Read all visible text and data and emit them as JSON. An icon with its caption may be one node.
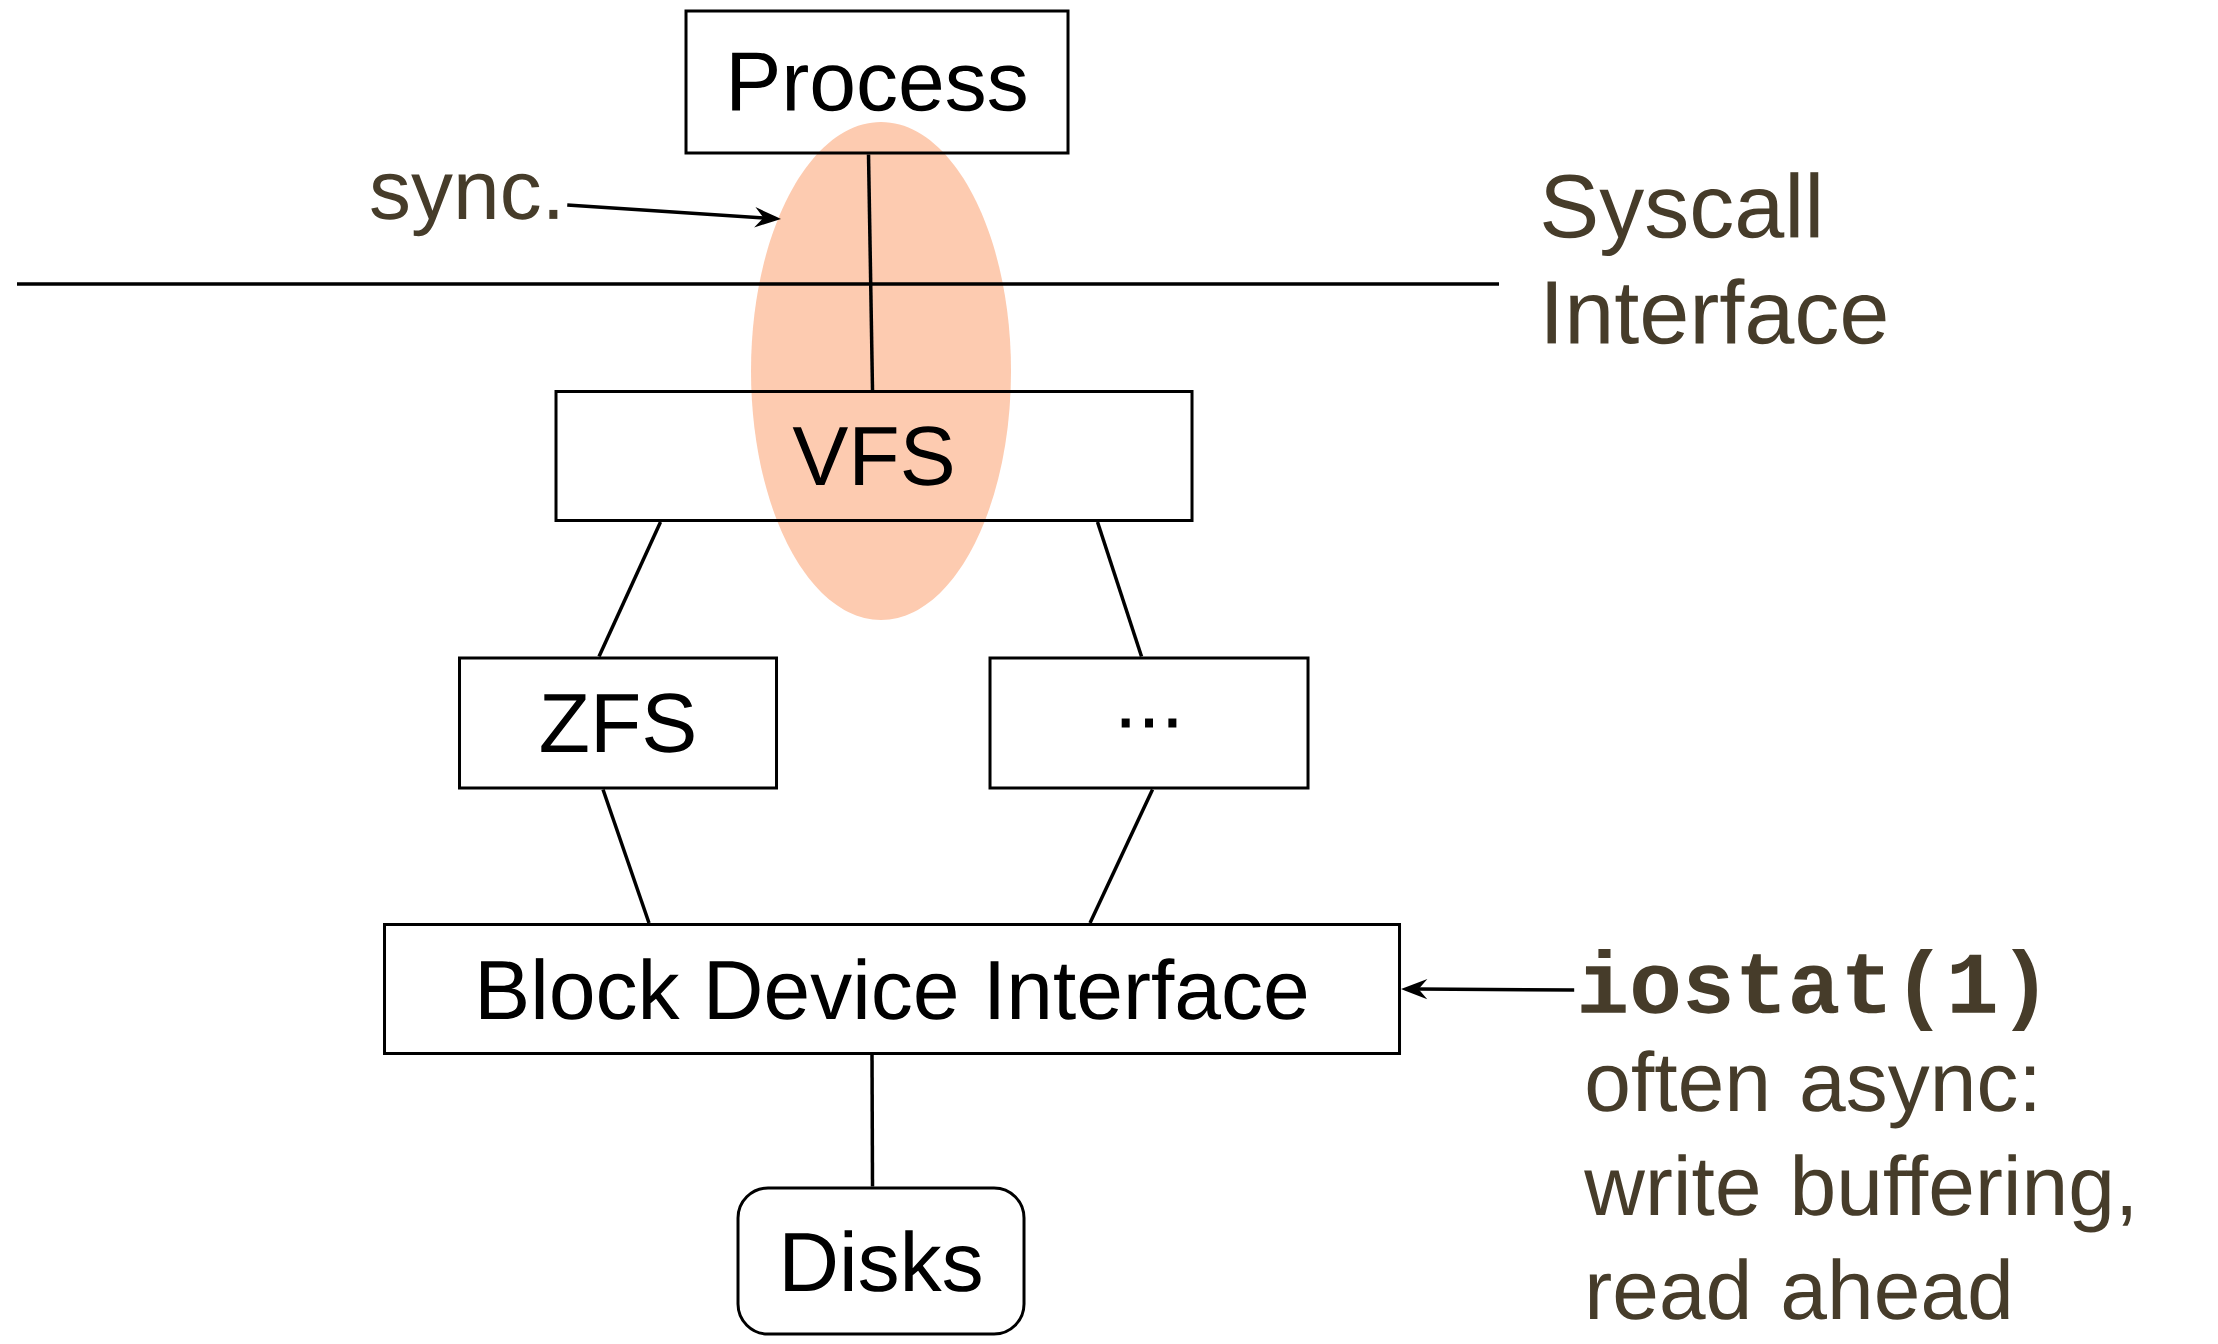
{
  "diagram": {
    "nodes": [
      {
        "text": [
          "Process"
        ]
      },
      {
        "text": [
          "sync."
        ]
      },
      {
        "text": [
          "VFS"
        ]
      },
      {
        "text": [
          "ZFS"
        ]
      },
      {
        "text": [
          "..."
        ]
      },
      {
        "text": [
          "Block Device Interface"
        ]
      },
      {
        "text": [
          "iostat(1)"
        ]
      },
      {
        "text": [
          "Disks"
        ]
      }
    ],
    "edges": [
      {
        "from": 0,
        "to": 2,
        "arrow": "none"
      },
      {
        "from": 1,
        "to": null,
        "arrow": "to"
      },
      {
        "from": 2,
        "to": 3,
        "arrow": "none"
      },
      {
        "from": 2,
        "to": 4,
        "arrow": "none"
      },
      {
        "from": 3,
        "to": 5,
        "arrow": "none"
      },
      {
        "from": 4,
        "to": 5,
        "arrow": "none"
      },
      {
        "from": 6,
        "to": 5,
        "arrow": "to"
      },
      {
        "from": 5,
        "to": 7,
        "arrow": "none"
      }
    ],
    "labels": [
      "Syscall Interface",
      "often async: write buffering, read ahead"
    ]
  }
}
